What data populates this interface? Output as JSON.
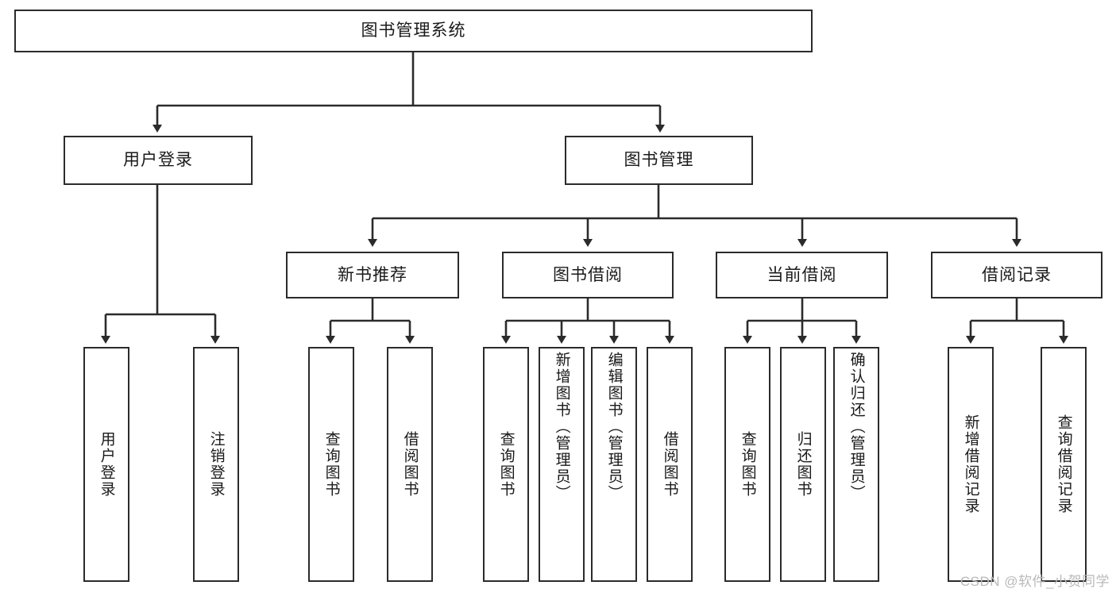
{
  "diagram": {
    "title": "图书管理系统",
    "type": "hierarchy-tree",
    "watermark": "CSDN @软件_小贺同学",
    "colors": {
      "stroke": "#2b2b2b",
      "fill": "#ffffff",
      "text": "#1a1a1a",
      "watermark": "#b9b9b9"
    }
  },
  "nodes": {
    "root": {
      "label": "图书管理系统"
    },
    "level2": [
      {
        "label": "用户登录"
      },
      {
        "label": "图书管理"
      }
    ],
    "level3": [
      {
        "label": "新书推荐"
      },
      {
        "label": "图书借阅"
      },
      {
        "label": "当前借阅"
      },
      {
        "label": "借阅记录"
      }
    ],
    "leaves": {
      "user_login": [
        {
          "label": "用户登录"
        },
        {
          "label": "注销登录"
        }
      ],
      "new_book_recommend": [
        {
          "label": "查询图书"
        },
        {
          "label": "借阅图书"
        }
      ],
      "book_borrow": [
        {
          "label": "查询图书"
        },
        {
          "label": "新增图书（管理员）"
        },
        {
          "label": "编辑图书（管理员）"
        },
        {
          "label": "借阅图书"
        }
      ],
      "current_borrow": [
        {
          "label": "查询图书"
        },
        {
          "label": "归还图书"
        },
        {
          "label": "确认归还（管理员）"
        }
      ],
      "borrow_record": [
        {
          "label": "新增借阅记录"
        },
        {
          "label": "查询借阅记录"
        }
      ]
    }
  }
}
